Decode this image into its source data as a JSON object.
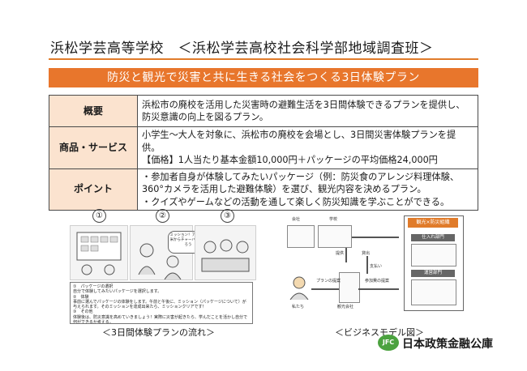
{
  "header": {
    "school": "浜松学芸高等学校",
    "team": "＜浜松学芸高校社会科学部地域調査班＞"
  },
  "banner": {
    "title": "防災と観光で災害と共に生きる社会をつくる3日体験プラン"
  },
  "summary": {
    "rows": [
      {
        "label": "概要",
        "text": "浜松市の廃校を活用した災害時の避難生活を3日間体験できるプランを提供し、防災意識の向上を図るプラン。"
      },
      {
        "label": "商品・サービス",
        "lines": [
          "小学生～大人を対象に、浜松市の廃校を会場とし、3日間災害体験プランを提供。",
          "【価格】1人当たり基本金額10,000円＋パッケージの平均価格24,000円"
        ]
      },
      {
        "label": "ポイント",
        "lines": [
          "・参加者自身が体験してみたいパッケージ（例：防災食のアレンジ料理体験、360°カメラを活用した避難体験）を選び、観光内容を決めるプラン。",
          "・クイズやゲームなどの活動を通して楽しく防災知識を学ぶことができる。"
        ]
      }
    ]
  },
  "flow": {
    "steps": [
      "①",
      "②",
      "③"
    ],
    "bubble": "ミッション！アルファ米からチャーハンを作ろう",
    "notes": [
      "①　パッケージの選択",
      "自分で体験してみたいパッケージを選択します。",
      "②　体験",
      "事前に選んでパッケージの体験をします。午前と午後に、ミッション（パッケージについて）が与えられます。そのミッションを達成出来たら、ミッションクリアです！",
      "③　その他",
      "体験後は、防災意識を高めていきましょう！実際に災害が起きたら、学んだことを活かし自分で何ができるか考える。"
    ],
    "caption": "＜3日間体験プランの流れ＞"
  },
  "model": {
    "labels": {
      "company": "会社",
      "school": "学校",
      "supply": "提供",
      "rent": "貸出",
      "pay": "支払い",
      "plan": "プランの提案",
      "fee": "参加費の提案",
      "operator": "観光会社",
      "me": "私たち"
    },
    "panel_title": "観光×防災組織",
    "departments": [
      "仕入れ部門",
      "運営部門"
    ],
    "caption": "＜ビジネスモデル図＞"
  },
  "logo": {
    "badge": "JFC",
    "name": "日本政策金融公庫"
  },
  "colors": {
    "accent": "#e8762c",
    "label_bg": "#fbe3cf",
    "logo_green": "#4ba23f"
  }
}
